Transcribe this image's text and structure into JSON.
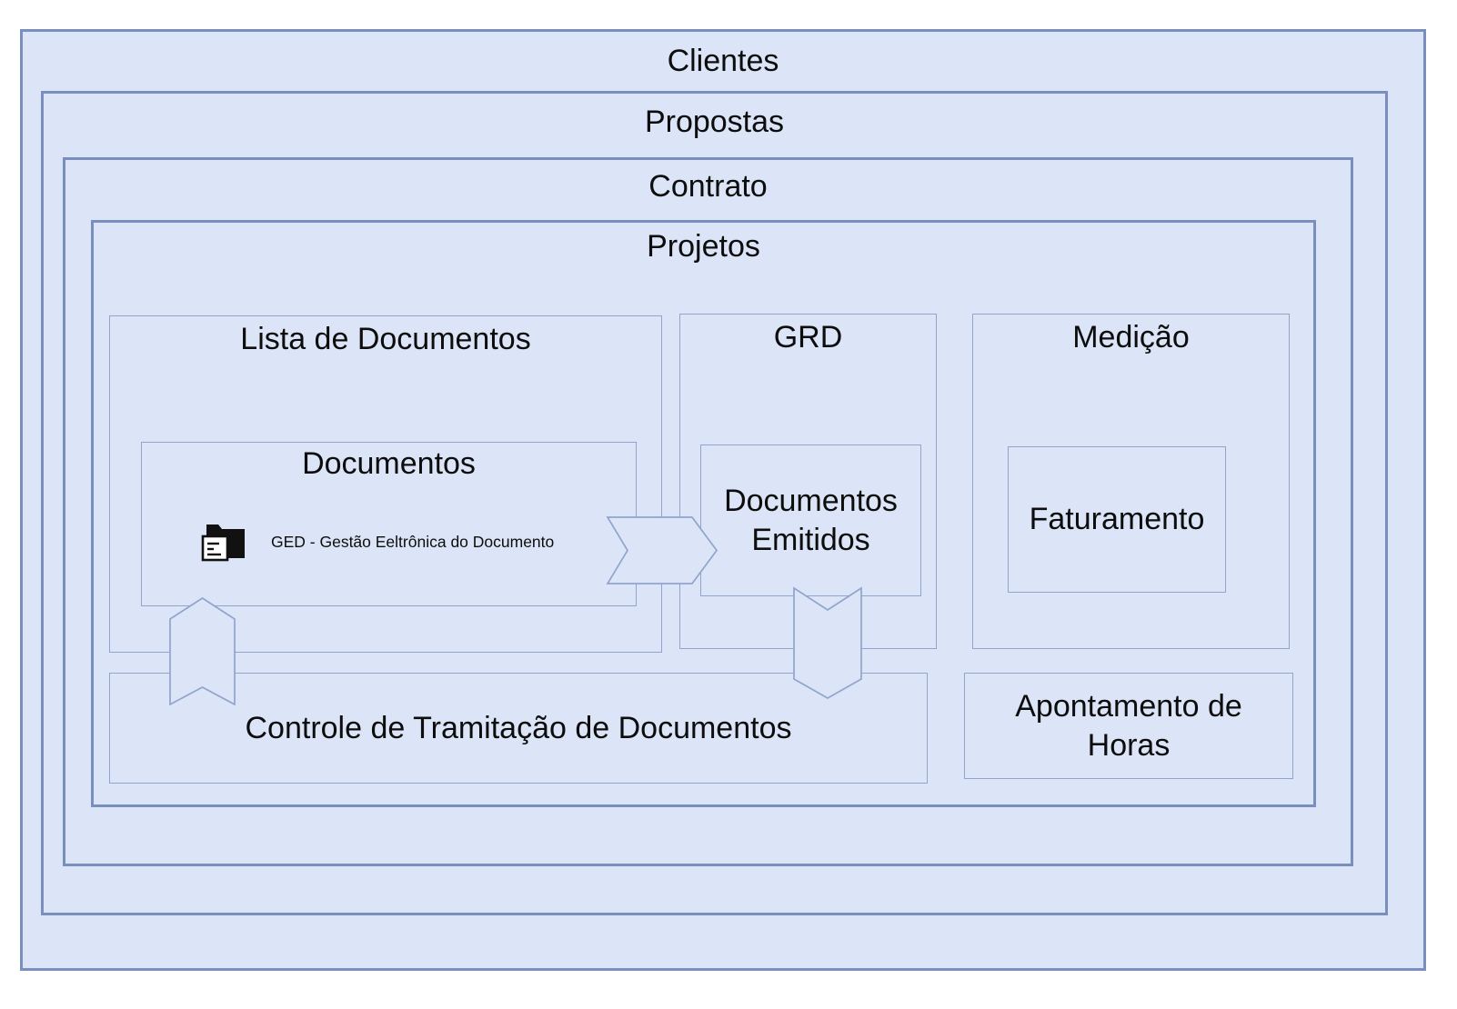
{
  "colors": {
    "page_background": "#ffffff",
    "box_fill": "#dbe5f7",
    "outer_box_border": "#7a8fbe",
    "inner_box_border": "#91a4cc",
    "label_text": "#0d0d0d",
    "icon_color": "#111111"
  },
  "containers": {
    "clientes": {
      "label": "Clientes"
    },
    "propostas": {
      "label": "Propostas"
    },
    "contrato": {
      "label": "Contrato"
    },
    "projetos": {
      "label": "Projetos"
    }
  },
  "columns": {
    "lista_documentos": {
      "label": "Lista de Documentos",
      "documentos": {
        "label": "Documentos",
        "ged_caption": "GED - Gestão Eeltrônica do Documento",
        "icon": "folder-document-icon"
      }
    },
    "grd": {
      "label": "GRD",
      "documentos_emitidos": {
        "label": "Documentos Emitidos"
      }
    },
    "medicao": {
      "label": "Medição",
      "faturamento": {
        "label": "Faturamento"
      }
    }
  },
  "bottom_row": {
    "controle_tramitacao": {
      "label": "Controle de Tramitação de Documentos"
    },
    "apontamento_horas": {
      "label": "Apontamento de Horas"
    }
  },
  "arrows": [
    {
      "id": "documentos-to-documentos-emitidos",
      "direction": "right"
    },
    {
      "id": "controle-to-documentos",
      "direction": "up"
    },
    {
      "id": "documentos-emitidos-to-controle",
      "direction": "down"
    }
  ]
}
